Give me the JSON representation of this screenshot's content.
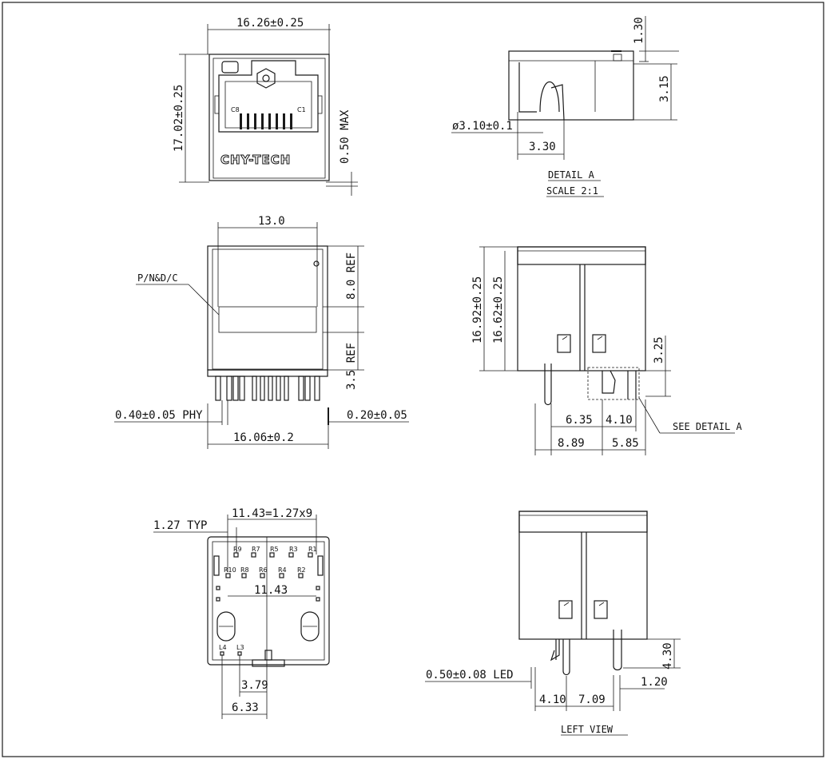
{
  "top_view": {
    "width": "16.26±0.25",
    "height": "17.02±0.25",
    "max": "0.50 MAX",
    "pin_c8": "C8",
    "pin_c1": "C1",
    "brand": "CHY-TECH"
  },
  "detail_a": {
    "d1": "1.30",
    "d2": "3.15",
    "hole": "ø3.10±0.1",
    "d3": "3.30",
    "title": "DETAIL A",
    "scale": "SCALE 2:1"
  },
  "front_view": {
    "width": "13.0",
    "label_pn": "P/N&D/C",
    "ref1": "8.0 REF",
    "ref2": "3.5 REF",
    "phy": "0.40±0.05 PHY",
    "gap": "0.20±0.05",
    "base": "16.06±0.2"
  },
  "side_view": {
    "h1": "16.92±0.25",
    "h2": "16.62±0.25",
    "d325": "3.25",
    "d635": "6.35",
    "d410": "4.10",
    "d889": "8.89",
    "d585": "5.85",
    "see": "SEE DETAIL A"
  },
  "bottom_view": {
    "pitch": "11.43=1.27x9",
    "typ": "1.27 TYP",
    "span": "11.43",
    "d379": "3.79",
    "d633": "6.33",
    "pins_top": [
      "R9",
      "R7",
      "R5",
      "R3",
      "R1"
    ],
    "pins_bot": [
      "R10",
      "R8",
      "R6",
      "R4",
      "R2"
    ],
    "led_l4": "L4",
    "led_l3": "L3"
  },
  "left_view": {
    "led": "0.50±0.08 LED",
    "d410": "4.10",
    "d709": "7.09",
    "d430": "4.30",
    "d120": "1.20",
    "title": "LEFT VIEW"
  }
}
